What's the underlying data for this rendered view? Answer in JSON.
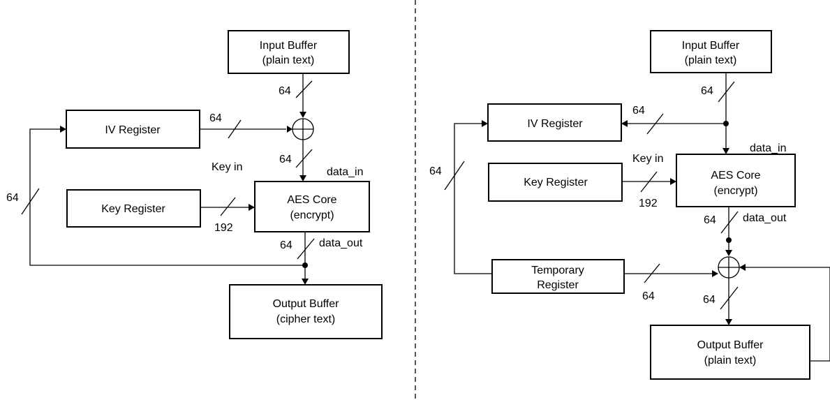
{
  "left": {
    "input_buffer": [
      "Input Buffer",
      "(plain text)"
    ],
    "iv_register": "IV Register",
    "key_register": "Key Register",
    "aes_core": [
      "AES Core",
      "(encrypt)"
    ],
    "output_buffer": [
      "Output Buffer",
      "(cipher text)"
    ],
    "label_key_in": "Key in",
    "label_data_in": "data_in",
    "label_data_out": "data_out",
    "width_input": "64",
    "width_iv": "64",
    "width_xor_out": "64",
    "width_key": "192",
    "width_core_out": "64",
    "width_feedback": "64"
  },
  "right": {
    "input_buffer": [
      "Input Buffer",
      "(plain text)"
    ],
    "iv_register": "IV Register",
    "key_register": "Key Register",
    "aes_core": [
      "AES Core",
      "(encrypt)"
    ],
    "temporary_register": [
      "Temporary",
      "Register"
    ],
    "output_buffer": [
      "Output Buffer",
      "(plain text)"
    ],
    "label_key_in": "Key in",
    "label_data_in": "data_in",
    "label_data_out": "data_out",
    "width_input": "64",
    "width_iv": "64",
    "width_key": "192",
    "width_core_out": "64",
    "width_feedback": "64",
    "width_temp": "64",
    "width_xor_out": "64"
  }
}
